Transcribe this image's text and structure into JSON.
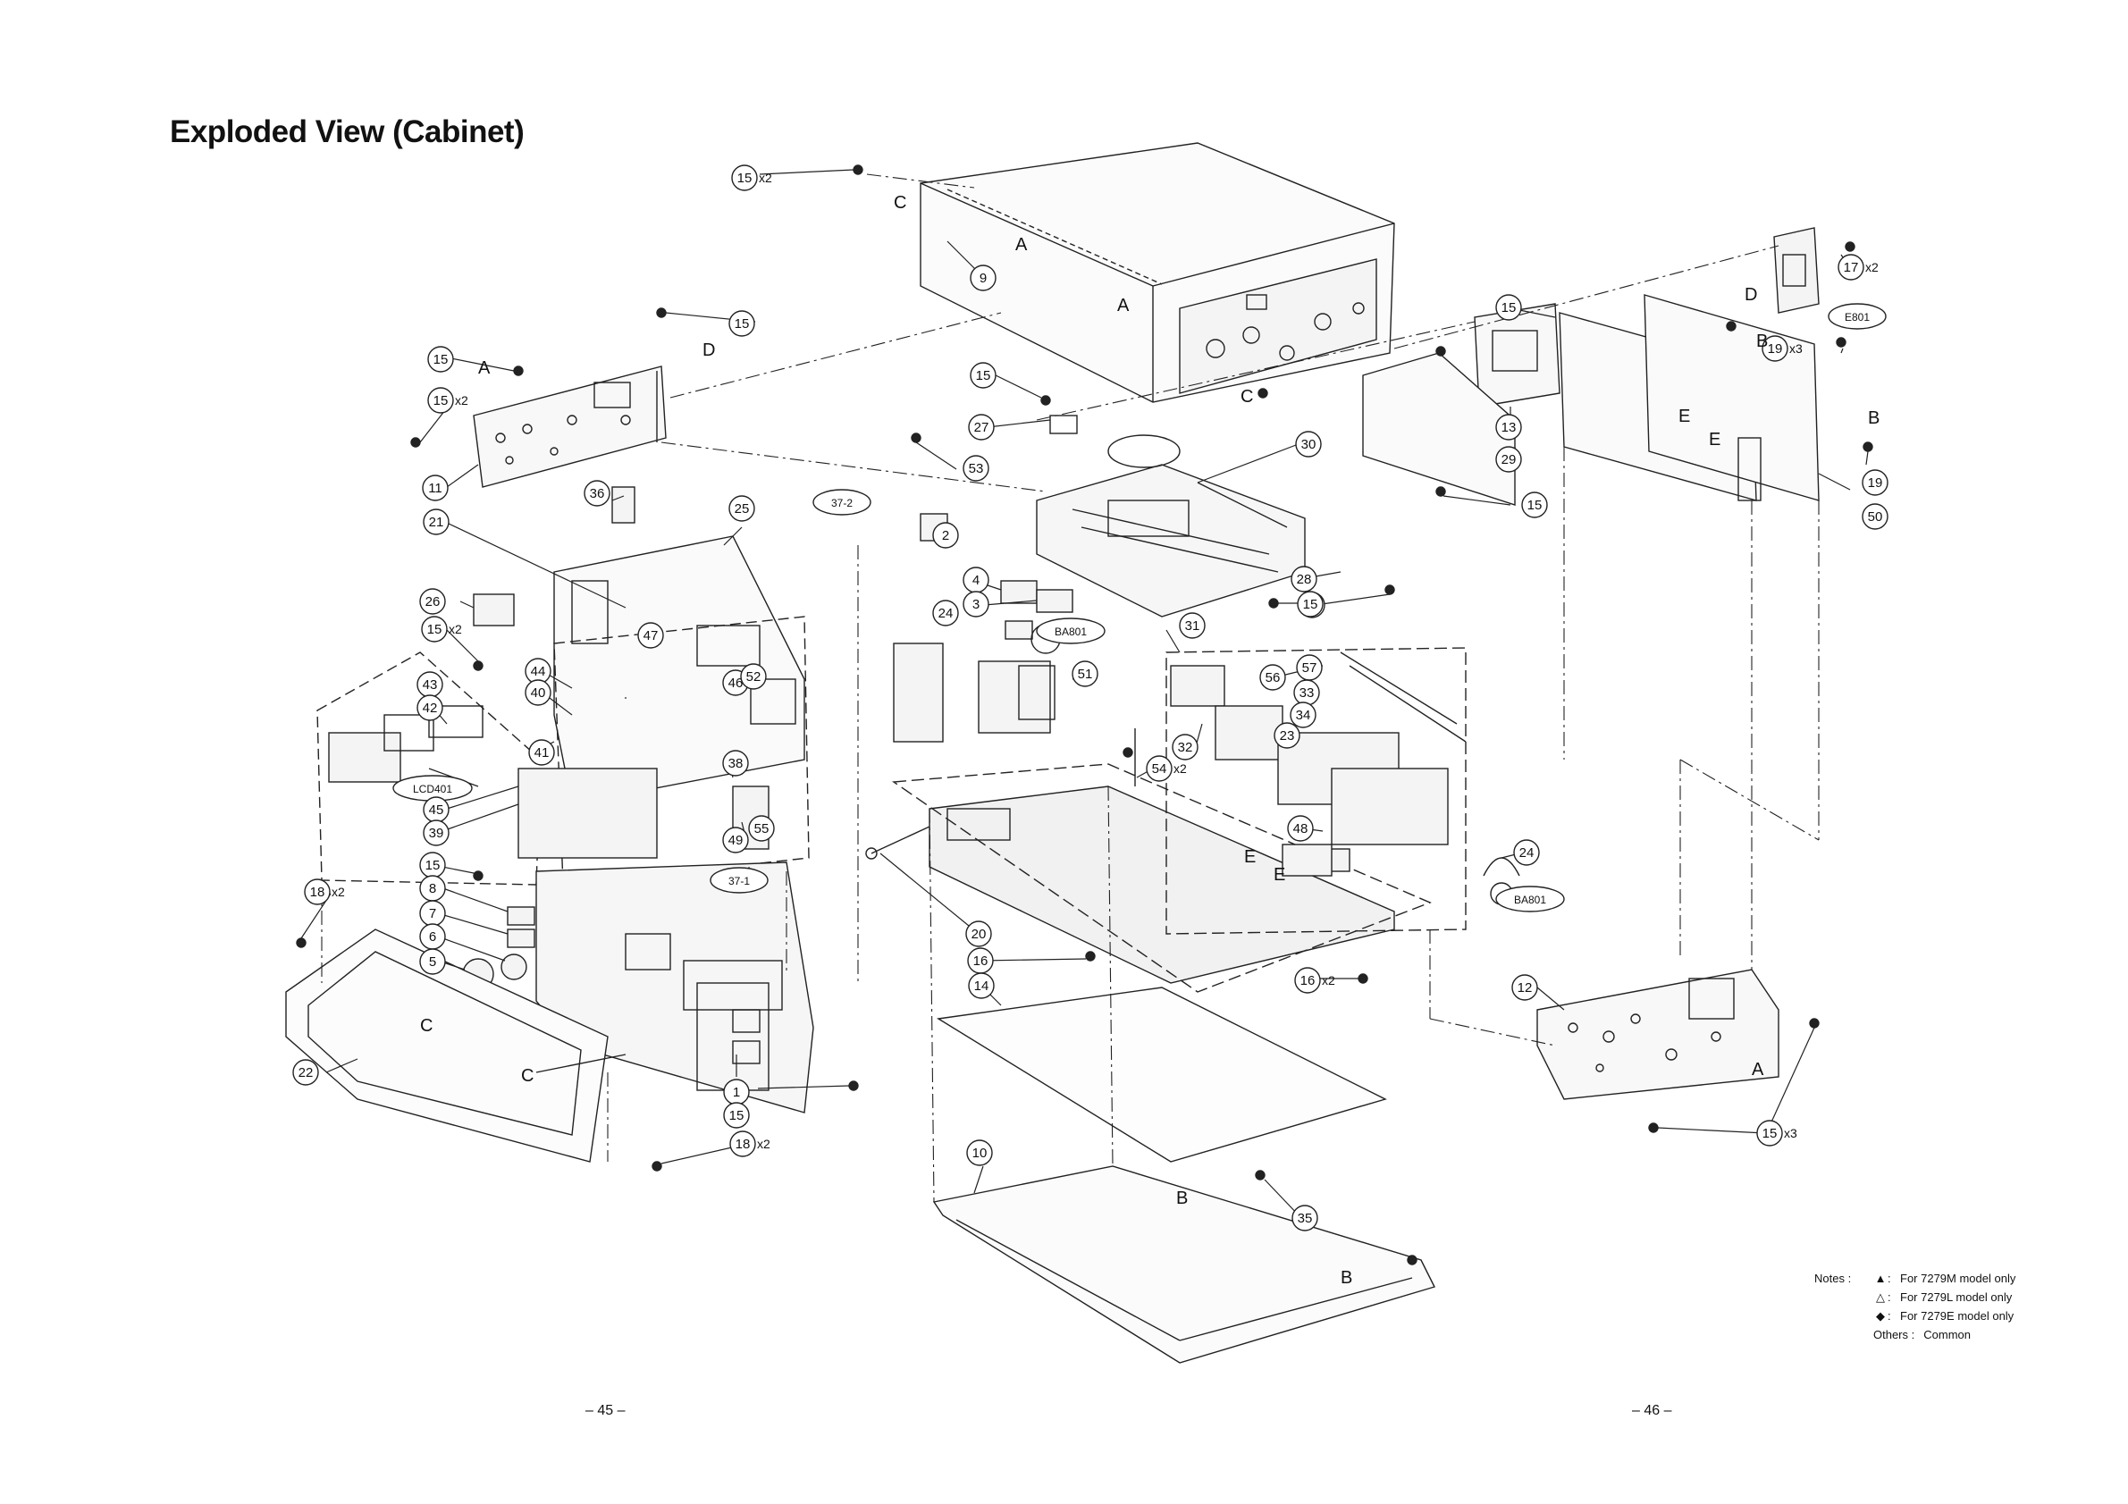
{
  "title": "Exploded View (Cabinet)",
  "callouts": [
    {
      "label": "15",
      "qty": "x2"
    },
    {
      "label": "9",
      "qty": ""
    },
    {
      "label": "15",
      "qty": ""
    },
    {
      "label": "15",
      "qty": ""
    },
    {
      "label": "15",
      "qty": "x2"
    },
    {
      "label": "11",
      "qty": ""
    },
    {
      "label": "36",
      "qty": ""
    },
    {
      "label": "21",
      "qty": ""
    },
    {
      "label": "15",
      "qty": ""
    },
    {
      "label": "27",
      "qty": ""
    },
    {
      "label": "53",
      "qty": ""
    },
    {
      "label": "37-2",
      "qty": ""
    },
    {
      "label": "2",
      "qty": ""
    },
    {
      "label": "25",
      "qty": ""
    },
    {
      "label": "30",
      "qty": ""
    },
    {
      "label": "15",
      "qty": ""
    },
    {
      "label": "15",
      "qty": ""
    },
    {
      "label": "13",
      "qty": ""
    },
    {
      "label": "29",
      "qty": ""
    },
    {
      "label": "17",
      "qty": "x2"
    },
    {
      "label": "E801",
      "qty": ""
    },
    {
      "label": "19",
      "qty": "x3"
    },
    {
      "label": "19",
      "qty": ""
    },
    {
      "label": "50",
      "qty": ""
    },
    {
      "label": "15",
      "qty": ""
    },
    {
      "label": "28",
      "qty": ""
    },
    {
      "label": "15",
      "qty": ""
    },
    {
      "label": "4",
      "qty": ""
    },
    {
      "label": "3",
      "qty": ""
    },
    {
      "label": "24",
      "qty": ""
    },
    {
      "label": "BA801",
      "qty": ""
    },
    {
      "label": "51",
      "qty": ""
    },
    {
      "label": "26",
      "qty": ""
    },
    {
      "label": "15",
      "qty": "x2"
    },
    {
      "label": "47",
      "qty": ""
    },
    {
      "label": "44",
      "qty": ""
    },
    {
      "label": "40",
      "qty": ""
    },
    {
      "label": "46",
      "qty": ""
    },
    {
      "label": "52",
      "qty": ""
    },
    {
      "label": "43",
      "qty": ""
    },
    {
      "label": "42",
      "qty": ""
    },
    {
      "label": "41",
      "qty": ""
    },
    {
      "label": "38",
      "qty": ""
    },
    {
      "label": "LCD401",
      "qty": ""
    },
    {
      "label": "45",
      "qty": ""
    },
    {
      "label": "39",
      "qty": ""
    },
    {
      "label": "49",
      "qty": ""
    },
    {
      "label": "55",
      "qty": ""
    },
    {
      "label": "37-1",
      "qty": ""
    },
    {
      "label": "31",
      "qty": ""
    },
    {
      "label": "56",
      "qty": ""
    },
    {
      "label": "57",
      "qty": ""
    },
    {
      "label": "33",
      "qty": ""
    },
    {
      "label": "34",
      "qty": ""
    },
    {
      "label": "23",
      "qty": ""
    },
    {
      "label": "32",
      "qty": ""
    },
    {
      "label": "54",
      "qty": "x2"
    },
    {
      "label": "48",
      "qty": ""
    },
    {
      "label": "24",
      "qty": ""
    },
    {
      "label": "BA801",
      "qty": ""
    },
    {
      "label": "20",
      "qty": ""
    },
    {
      "label": "16",
      "qty": ""
    },
    {
      "label": "14",
      "qty": ""
    },
    {
      "label": "16",
      "qty": "x2"
    },
    {
      "label": "12",
      "qty": ""
    },
    {
      "label": "15",
      "qty": "x3"
    },
    {
      "label": "18",
      "qty": "x2"
    },
    {
      "label": "15",
      "qty": ""
    },
    {
      "label": "8",
      "qty": ""
    },
    {
      "label": "7",
      "qty": ""
    },
    {
      "label": "6",
      "qty": ""
    },
    {
      "label": "5",
      "qty": ""
    },
    {
      "label": "22",
      "qty": ""
    },
    {
      "label": "1",
      "qty": ""
    },
    {
      "label": "15",
      "qty": ""
    },
    {
      "label": "18",
      "qty": "x2"
    },
    {
      "label": "10",
      "qty": ""
    },
    {
      "label": "35",
      "qty": ""
    }
  ],
  "refs": [
    "C",
    "A",
    "A",
    "C",
    "D",
    "A",
    "D",
    "B",
    "B",
    "E",
    "E",
    "E",
    "E",
    "C",
    "C",
    "A",
    "B",
    "B"
  ],
  "notes": {
    "heading": "Notes :",
    "rows": [
      {
        "symbol": "▲",
        "text": "For 7279M model only"
      },
      {
        "symbol": "△",
        "text": "For 7279L model only"
      },
      {
        "symbol": "◆",
        "text": "For 7279E model only"
      }
    ],
    "others_label": "Others :",
    "others_text": "Common"
  },
  "page_numbers": {
    "left": "– 45 –",
    "right": "– 46 –"
  }
}
